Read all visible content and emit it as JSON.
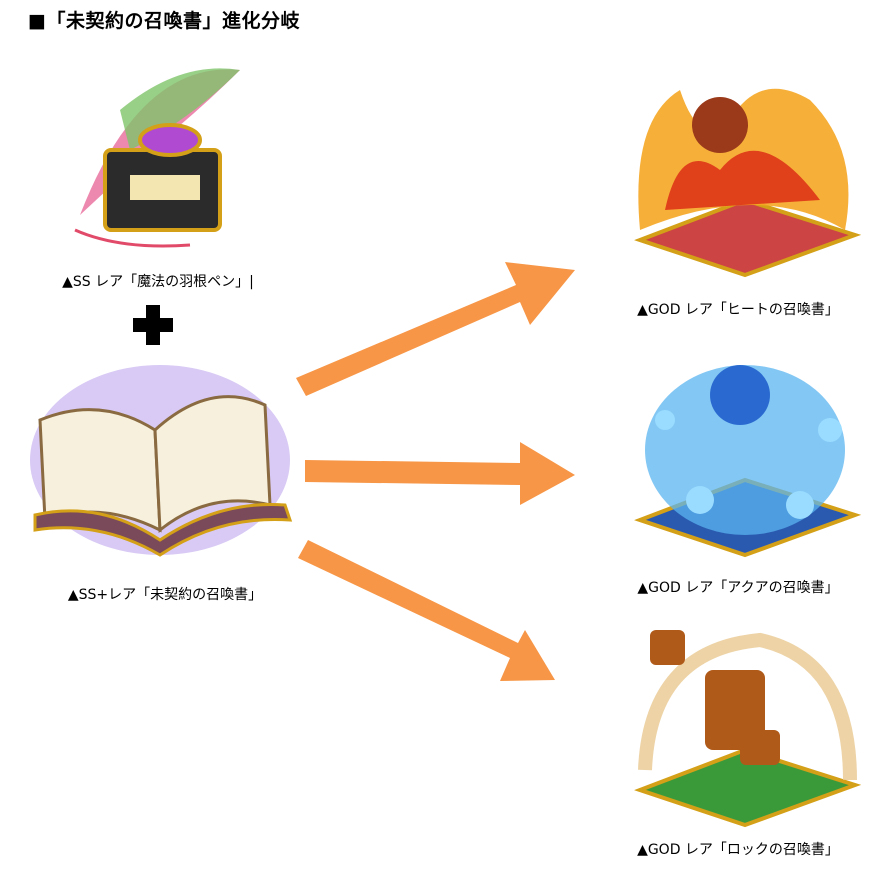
{
  "title": "■「未契約の召喚書」進化分岐",
  "materials": [
    {
      "caption": "▲SS レア「魔法の羽根ペン」|",
      "icon": "quill-pen-inkpot-image"
    },
    {
      "caption": "▲SS+レア「未契約の召喚書」",
      "icon": "unsigned-summoning-book-image"
    }
  ],
  "plus_icon": "plus-icon",
  "arrow_color": "#F79646",
  "results": [
    {
      "caption": "▲GOD レア「ヒートの召喚書」",
      "icon": "heat-summoning-book-image"
    },
    {
      "caption": "▲GOD レア「アクアの召喚書」",
      "icon": "aqua-summoning-book-image"
    },
    {
      "caption": "▲GOD レア「ロックの召喚書」",
      "icon": "rock-summoning-book-image"
    }
  ]
}
